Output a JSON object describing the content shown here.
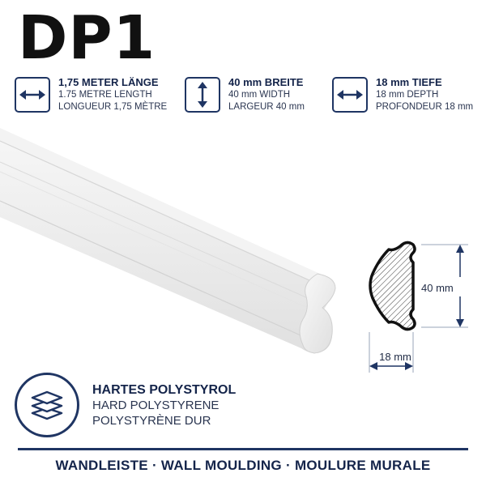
{
  "product": {
    "code": "DP1"
  },
  "specs": [
    {
      "icon": "horizontal-arrow-icon",
      "main": "1,75 METER LÄNGE",
      "line2": "1.75 METRE LENGTH",
      "line3": "LONGUEUR 1,75 MÈTRE"
    },
    {
      "icon": "vertical-arrow-icon",
      "main": "40 mm BREITE",
      "line2": "40 mm WIDTH",
      "line3": "LARGEUR 40 mm"
    },
    {
      "icon": "horizontal-arrow-icon",
      "main": "18 mm TIEFE",
      "line2": "18 mm DEPTH",
      "line3": "PROFONDEUR 18 mm"
    }
  ],
  "profile": {
    "height_label": "40 mm",
    "depth_label": "18 mm"
  },
  "material": {
    "icon": "layers-icon",
    "main": "HARTES POLYSTYROL",
    "line2": "HARD POLYSTYRENE",
    "line3": "POLYSTYRÈNE DUR"
  },
  "footer": {
    "text": "WANDLEISTE · WALL MOULDING · MOULURE MURALE"
  },
  "colors": {
    "accent": "#1f3563",
    "title": "#111111"
  }
}
